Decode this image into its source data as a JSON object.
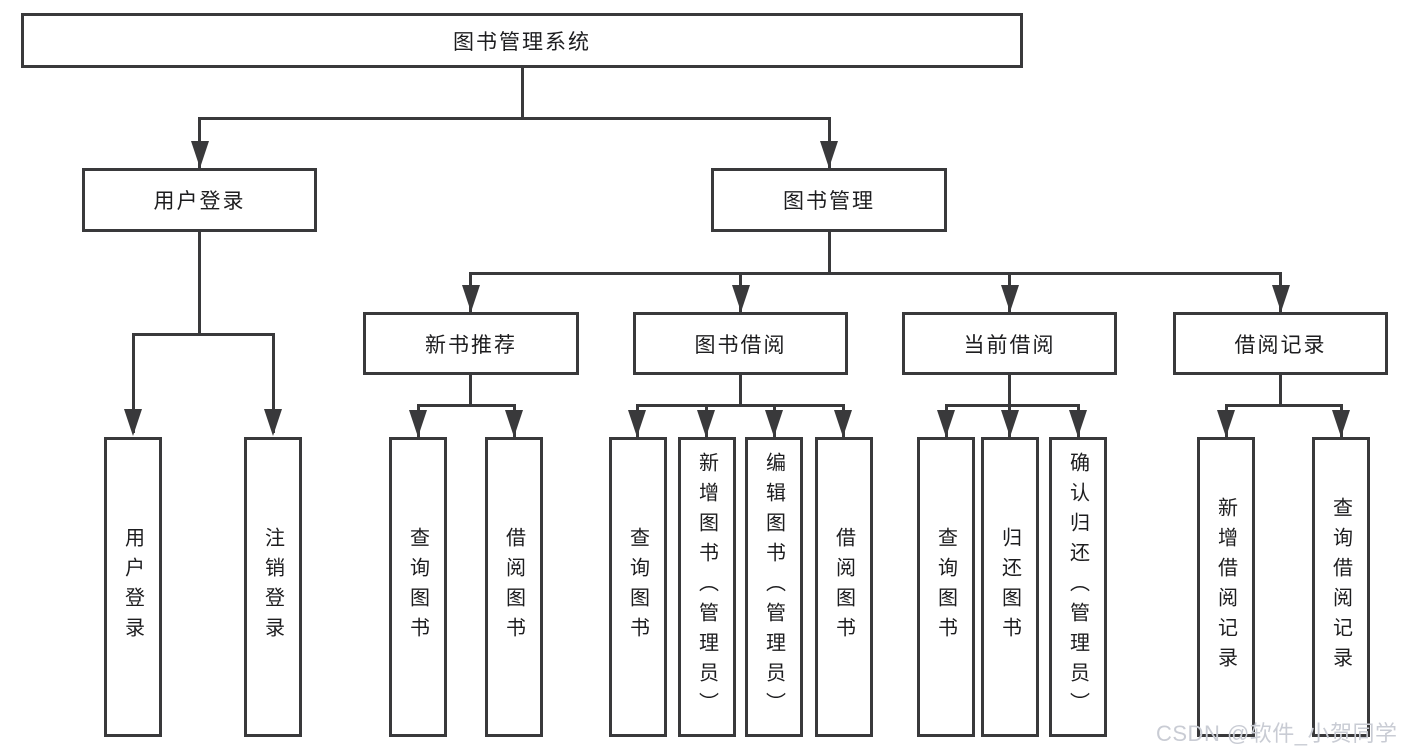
{
  "diagram": {
    "title_node": "图书管理系统",
    "nodes": {
      "root": "图书管理系统",
      "level2": [
        "用户登录",
        "图书管理"
      ],
      "level3": [
        "新书推荐",
        "图书借阅",
        "当前借阅",
        "借阅记录"
      ],
      "leaves_user_login": [
        "用户登录",
        "注销登录"
      ],
      "leaves_new_book": [
        "查询图书",
        "借阅图书"
      ],
      "leaves_book_borrow": [
        "查询图书",
        "新增图书（管理员）",
        "编辑图书（管理员）",
        "借阅图书"
      ],
      "leaves_current_borrow": [
        "查询图书",
        "归还图书",
        "确认归还（管理员）"
      ],
      "leaves_records": [
        "新增借阅记录",
        "查询借阅记录"
      ]
    },
    "watermark": "CSDN @软件_小贺同学",
    "colors": {
      "line": "#39393b",
      "border": "#39393b",
      "text": "#1d1d1f",
      "watermark": "#c9ccd4",
      "background": "#ffffff"
    }
  }
}
